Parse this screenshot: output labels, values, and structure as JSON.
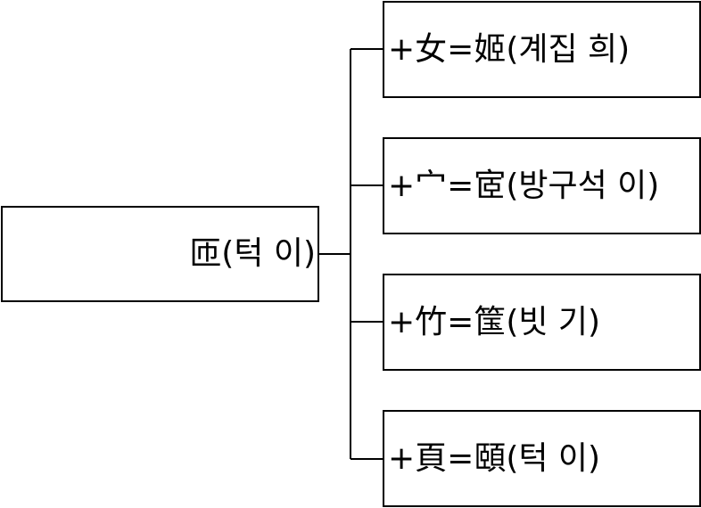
{
  "diagram": {
    "type": "tree",
    "root": {
      "label": "匝(턱 이)"
    },
    "children": [
      {
        "label": "+女=姬(계집 희)"
      },
      {
        "label": "+宀=宧(방구석 이)"
      },
      {
        "label": "+竹=筺(빗 기)"
      },
      {
        "label": "+頁=頤(턱 이)"
      }
    ],
    "colors": {
      "stroke": "#000000",
      "background": "#ffffff",
      "text": "#000000"
    }
  }
}
